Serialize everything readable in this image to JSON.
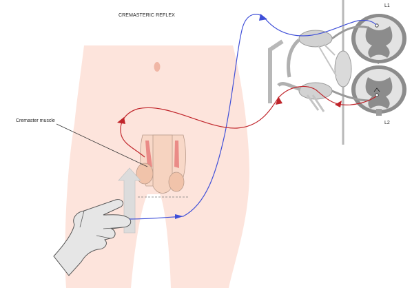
{
  "diagram": {
    "title": "CREMASTERIC REFLEX",
    "labels": {
      "cremaster_muscle": "Cremaster muscle",
      "segment_upper": "L1",
      "segment_lower": "L2"
    },
    "colors": {
      "afferent": "#3f4fd8",
      "efferent": "#c0242a",
      "skin": "#fde4dc",
      "cord_gray": "#8a8a8a"
    }
  }
}
